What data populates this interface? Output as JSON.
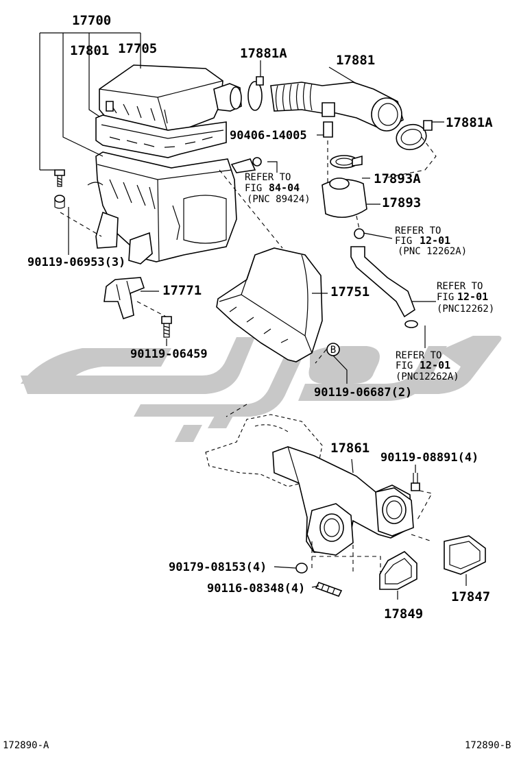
{
  "parts": {
    "p17700": "17700",
    "p17801": "17801",
    "p17705": "17705",
    "p17881A_top": "17881A",
    "p17881": "17881",
    "p17881A_right": "17881A",
    "p90406": "90406-14005",
    "p17893A": "17893A",
    "p17893": "17893",
    "p90119_06953": "90119-06953(3)",
    "p17771": "17771",
    "p17751": "17751",
    "p90119_06459": "90119-06459",
    "p90119_06687": "90119-06687(2)",
    "p17861": "17861",
    "p90119_08891": "90119-08891(4)",
    "p90179": "90179-08153(4)",
    "p90116": "90116-08348(4)",
    "p17849": "17849",
    "p17847": "17847"
  },
  "refs": {
    "ref1": {
      "l1": "REFER TO",
      "l2a": "FIG",
      "l2b": "84-04",
      "l3": "(PNC 89424)"
    },
    "ref2": {
      "l1": "REFER TO",
      "l2a": "FIG",
      "l2b": "12-01",
      "l3": "(PNC 12262A)"
    },
    "ref3": {
      "l1": "REFER TO",
      "l2a": "FIG",
      "l2b": "12-01",
      "l3": "(PNC12262)"
    },
    "ref4": {
      "l1": "REFER TO",
      "l2a": "FIG",
      "l2b": "12-01",
      "l3": "(PNC12262A)"
    }
  },
  "marker_b": "B",
  "footer": {
    "left": "172890-A",
    "right": "172890-B"
  },
  "colors": {
    "ink": "#000000",
    "watermark": "#c8c8c8",
    "background": "#ffffff"
  }
}
